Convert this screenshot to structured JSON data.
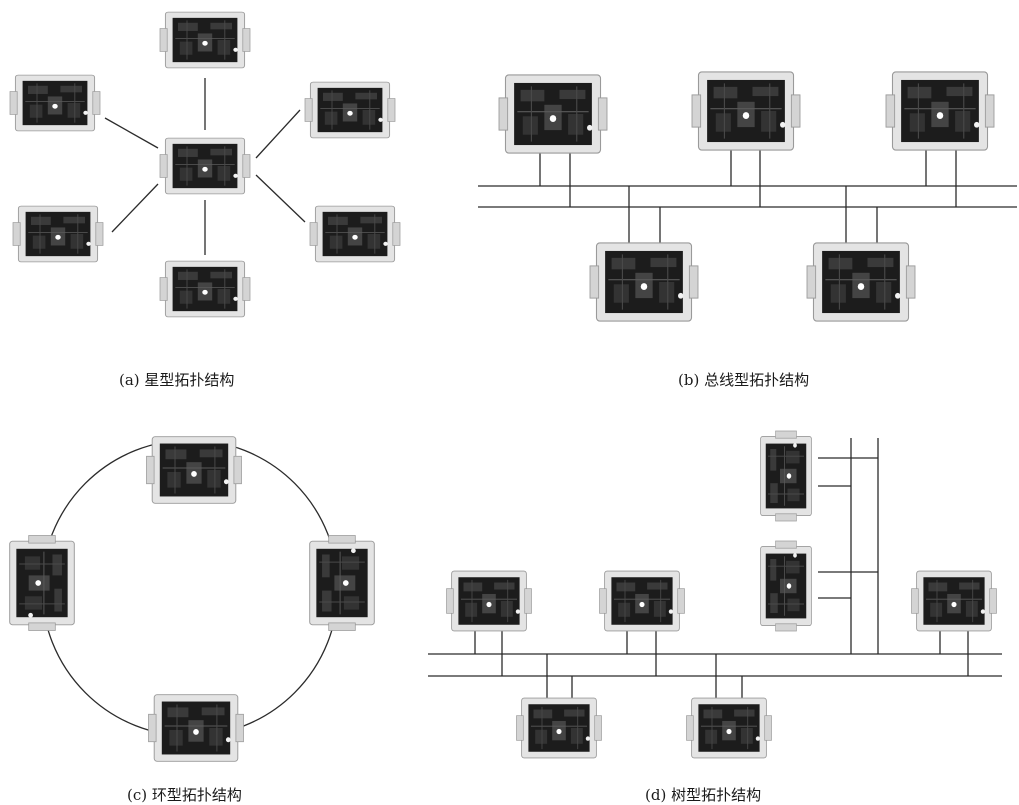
{
  "captions": {
    "a": "(a) 星型拓扑结构",
    "b": "(b) 总线型拓扑结构",
    "c": "(c) 环型拓扑结构",
    "d": "(d) 树型拓扑结构"
  },
  "diagrams": {
    "star": {
      "topology": "star",
      "device_count": 7,
      "hub": "center"
    },
    "bus": {
      "topology": "bus",
      "device_count": 5,
      "bus_lines": 2
    },
    "ring": {
      "topology": "ring",
      "device_count": 4
    },
    "tree": {
      "topology": "tree",
      "device_count": 7
    }
  },
  "colors": {
    "line": "#2b2b2b",
    "device_housing": "#e4e4e4",
    "device_board": "#1c1c1c",
    "background": "#ffffff"
  }
}
